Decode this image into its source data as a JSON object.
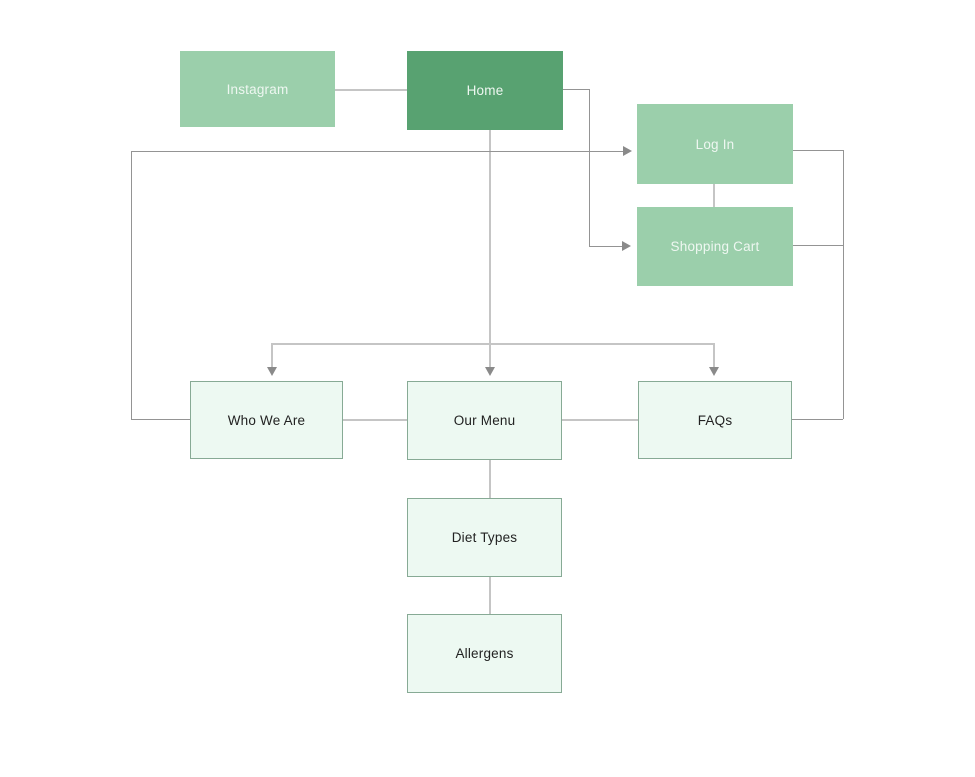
{
  "canvas": {
    "background_color": "#ffffff"
  },
  "colors": {
    "canvas_bg": "#ffffff",
    "node_light_green": "#9bcfab",
    "node_dark_green": "#58a271",
    "node_mint": "#edf9f2",
    "node_mint_border": "#87aa95",
    "connector_light": "#c5c5c5",
    "connector_dark": "#949494",
    "arrow_head": "#8a8a8a",
    "text_light": "#eef7f1",
    "text_dark": "#222222"
  },
  "nodes": {
    "instagram": {
      "label": "Instagram",
      "style": "solid-light"
    },
    "home": {
      "label": "Home",
      "style": "solid-dark"
    },
    "log_in": {
      "label": "Log In",
      "style": "solid-light"
    },
    "shopping_cart": {
      "label": "Shopping Cart",
      "style": "solid-light"
    },
    "who_we_are": {
      "label": "Who We Are",
      "style": "outline"
    },
    "our_menu": {
      "label": "Our Menu",
      "style": "outline"
    },
    "faqs": {
      "label": "FAQs",
      "style": "outline"
    },
    "diet_types": {
      "label": "Diet Types",
      "style": "outline"
    },
    "allergens": {
      "label": "Allergens",
      "style": "outline"
    }
  },
  "edges": [
    {
      "from": "Instagram",
      "to": "Home",
      "arrow": false
    },
    {
      "from": "Home",
      "to": "Our Menu",
      "arrow": true
    },
    {
      "from": "Home",
      "to": "Who We Are",
      "arrow": true
    },
    {
      "from": "Home",
      "to": "FAQs",
      "arrow": true
    },
    {
      "from": "Home",
      "to": "Shopping Cart",
      "arrow": true
    },
    {
      "from": "Who We Are",
      "to": "Log In",
      "arrow": true
    },
    {
      "from": "Log In",
      "to": "Shopping Cart",
      "arrow": false
    },
    {
      "from": "Log In",
      "to": "FAQs",
      "arrow": false
    },
    {
      "from": "Shopping Cart",
      "to": "FAQs",
      "arrow": false
    },
    {
      "from": "Who We Are",
      "to": "Our Menu",
      "arrow": false
    },
    {
      "from": "Our Menu",
      "to": "FAQs",
      "arrow": false
    },
    {
      "from": "Our Menu",
      "to": "Diet Types",
      "arrow": false
    },
    {
      "from": "Diet Types",
      "to": "Allergens",
      "arrow": false
    }
  ]
}
